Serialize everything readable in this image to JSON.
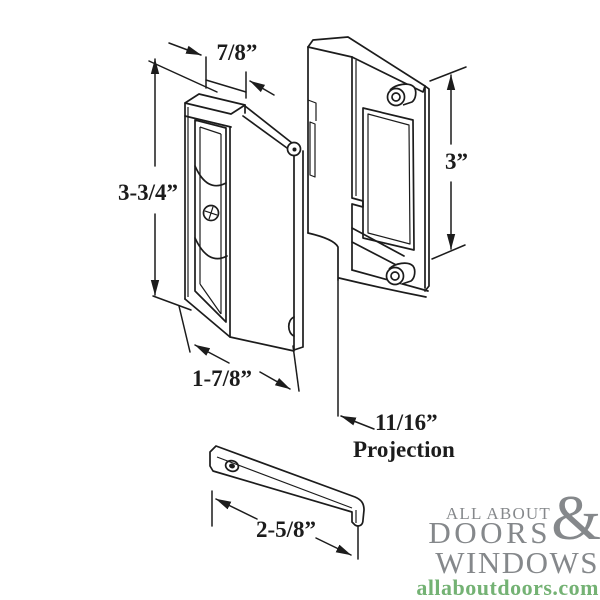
{
  "diagram": {
    "dimensions": {
      "top_width": "7/8”",
      "handle_height": "3-3/4”",
      "keeper_height": "3”",
      "handle_width": "1-7/8”",
      "projection": "11/16”",
      "projection_label": "Projection",
      "bar_length": "2-5/8”"
    },
    "colors": {
      "line": "#1c1c1c"
    }
  },
  "logo": {
    "line1": "ALL ABOUT",
    "word1": "DOORS",
    "ampersand": "&",
    "word2": "WINDOWS",
    "website": "allaboutdoors.com",
    "text_color": "#85888b",
    "website_color": "#74b274"
  }
}
